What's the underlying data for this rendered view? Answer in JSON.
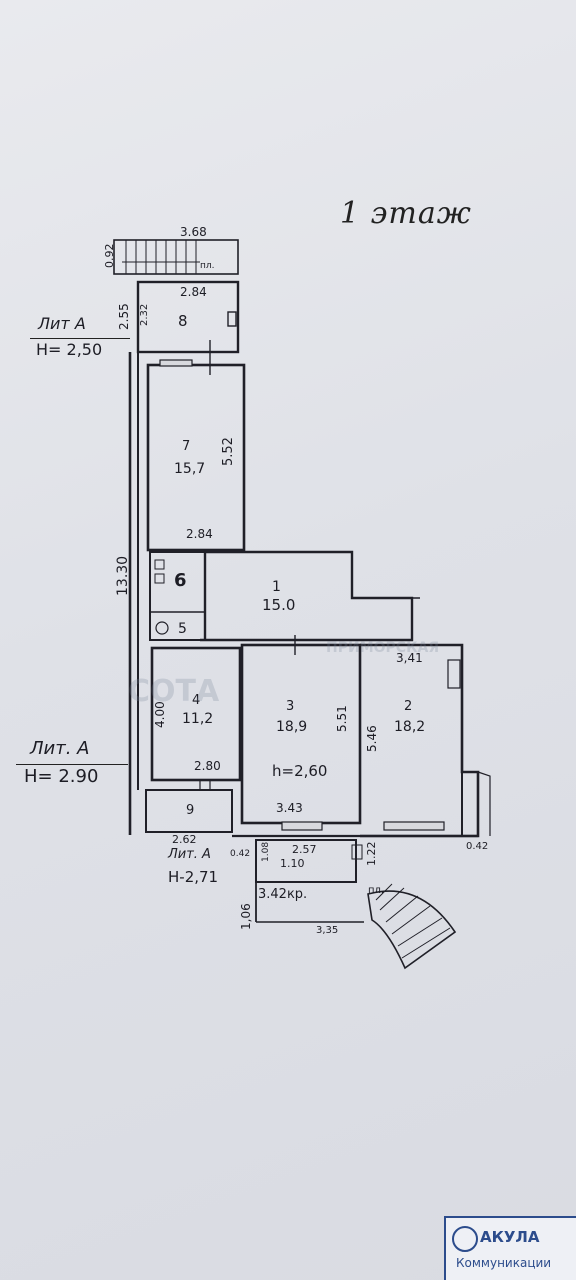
{
  "floor_title": "1 этаж",
  "lit_top": {
    "name": "Лит А",
    "height": "Н= 2,50"
  },
  "lit_main": {
    "name": "Лит. А",
    "height": "Н= 2.90"
  },
  "lit_bottom": {
    "name": "Лит. А",
    "height": "Н-2,71"
  },
  "rooms": [
    {
      "num": "1",
      "area": "15.0"
    },
    {
      "num": "2",
      "area": "18,2"
    },
    {
      "num": "3",
      "area": "18,9"
    },
    {
      "num": "4",
      "area": "11,2"
    },
    {
      "num": "5",
      "area": ""
    },
    {
      "num": "6",
      "area": ""
    },
    {
      "num": "7",
      "area": "15,7"
    },
    {
      "num": "8",
      "area": ""
    },
    {
      "num": "9",
      "area": ""
    }
  ],
  "room3_height": "h=2,60",
  "dims": {
    "d368": "3.68",
    "d092": "0.92",
    "d284a": "2.84",
    "d255": "2.55",
    "d232": "2.32",
    "d552": "5.52",
    "d284b": "2.84",
    "d1330": "13.30",
    "d341": "3,41",
    "d400": "4.00",
    "d551": "5.51",
    "d546": "5.46",
    "d280": "2.80",
    "d343": "3.43",
    "d262": "2.62",
    "d042a": "0.42",
    "d108": "1.08",
    "d257": "2.57",
    "d110": "1.10",
    "d122": "1.22",
    "d042b": "0.42",
    "d342": "3.42кр.",
    "d106": "1,06",
    "d335": "3,35"
  },
  "stair_labels": {
    "top": "пл.",
    "bottom": "пл."
  },
  "watermark": {
    "brand": "СОТА",
    "brand2": "ПРИМОРСКАЯ"
  },
  "badge": {
    "text": "АКУЛА",
    "subtext": "Коммуникации"
  }
}
